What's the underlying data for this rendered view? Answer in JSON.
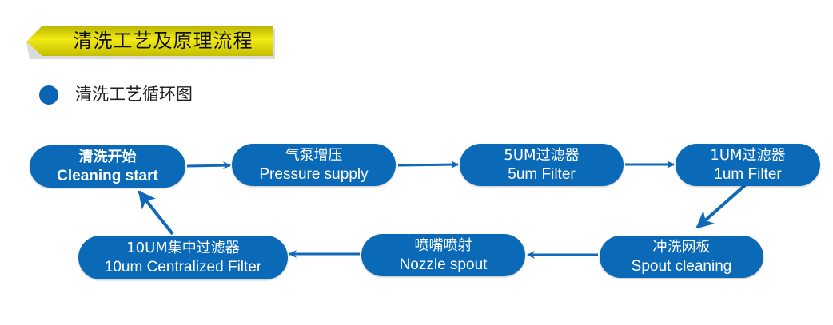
{
  "header": {
    "title": "清洗工艺及原理流程",
    "banner_color": "#e8e010"
  },
  "section": {
    "bullet_color": "#0b63b3",
    "subtitle": "清洗工艺循环图"
  },
  "flow": {
    "node_color": "#0b6ab8",
    "arrow_color": "#1068b8",
    "nodes": [
      {
        "id": "cleaning-start",
        "zh": "清洗开始",
        "en": "Cleaning start"
      },
      {
        "id": "pressure-supply",
        "zh": "气泵增压",
        "en": "Pressure supply"
      },
      {
        "id": "5um-filter",
        "zh": "5UM过滤器",
        "en": "5um Filter"
      },
      {
        "id": "1um-filter",
        "zh": "1UM过滤器",
        "en": "1um Filter"
      },
      {
        "id": "spout-cleaning",
        "zh": "冲洗网板",
        "en": "Spout cleaning"
      },
      {
        "id": "nozzle-spout",
        "zh": "喷嘴喷射",
        "en": "Nozzle spout"
      },
      {
        "id": "10um-centralized-filter",
        "zh": "10UM集中过滤器",
        "en": "10um Centralized Filter"
      }
    ],
    "edges": [
      {
        "from": "cleaning-start",
        "to": "pressure-supply"
      },
      {
        "from": "pressure-supply",
        "to": "5um-filter"
      },
      {
        "from": "5um-filter",
        "to": "1um-filter"
      },
      {
        "from": "1um-filter",
        "to": "spout-cleaning"
      },
      {
        "from": "spout-cleaning",
        "to": "nozzle-spout"
      },
      {
        "from": "nozzle-spout",
        "to": "10um-centralized-filter"
      },
      {
        "from": "10um-centralized-filter",
        "to": "cleaning-start"
      }
    ]
  }
}
